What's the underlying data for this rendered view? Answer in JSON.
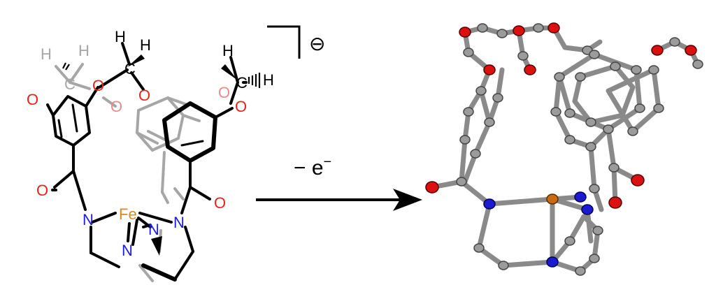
{
  "schematic": {
    "charge_symbol": "⊖",
    "atoms": {
      "H1": "H",
      "H2": "H",
      "H3": "H",
      "H4": "H",
      "H5": "H",
      "H6": "H",
      "C1": "C",
      "C2": "C",
      "C3": "C",
      "O1": "O",
      "O2": "O",
      "O3": "O",
      "O4": "O",
      "O5": "O",
      "O6": "O",
      "O7": "O",
      "O8": "O",
      "N1": "N",
      "N2": "N",
      "N3": "N",
      "N4": "N",
      "Fe": "Fe"
    }
  },
  "reaction": {
    "label_main": "− e",
    "label_sup": "−"
  },
  "colors": {
    "oxygen": "#e8241a",
    "nitrogen": "#1c1cd8",
    "iron": "#d98c1e",
    "backbone": "#000000",
    "faded": "#a6a6a6",
    "faded_oxygen": "#e58c8c",
    "crystal_bond": "#8a8a8a",
    "crystal_carbon": "#9b9b9b",
    "crystal_oxygen": "#dd1010",
    "crystal_nitrogen": "#1a1ad0",
    "crystal_iron": "#c86a10"
  }
}
